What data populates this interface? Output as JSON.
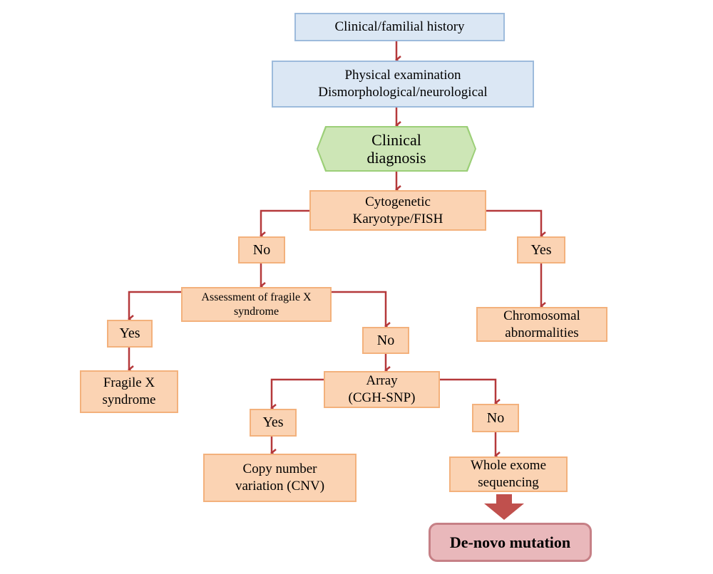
{
  "nodes": {
    "history": "Clinical/familial history",
    "exam_line1": "Physical examination",
    "exam_line2": "Dismorphological/neurological",
    "diagnosis_line1": "Clinical",
    "diagnosis_line2": "diagnosis",
    "cyto_line1": "Cytogenetic",
    "cyto_line2": "Karyotype/FISH",
    "no_1": "No",
    "yes_1": "Yes",
    "fragile_line1": "Assessment of fragile X",
    "fragile_line2": "syndrome",
    "chrom_line1": "Chromosomal",
    "chrom_line2": "abnormalities",
    "yes_2": "Yes",
    "no_2": "No",
    "fxs_line1": "Fragile X",
    "fxs_line2": "syndrome",
    "array_line1": "Array",
    "array_line2": "(CGH-SNP)",
    "yes_3": "Yes",
    "no_3": "No",
    "cnv_line1": "Copy number",
    "cnv_line2": "variation (CNV)",
    "wes_line1": "Whole exome",
    "wes_line2": "sequencing",
    "denovo": "De-novo mutation"
  },
  "colors": {
    "connector": "#b5393b",
    "big_arrow": "#c0504d",
    "blue_fill": "#dbe7f4",
    "peach_fill": "#fbd3b3",
    "green_fill": "#cde6b6",
    "pink_fill": "#e9b8bb"
  }
}
